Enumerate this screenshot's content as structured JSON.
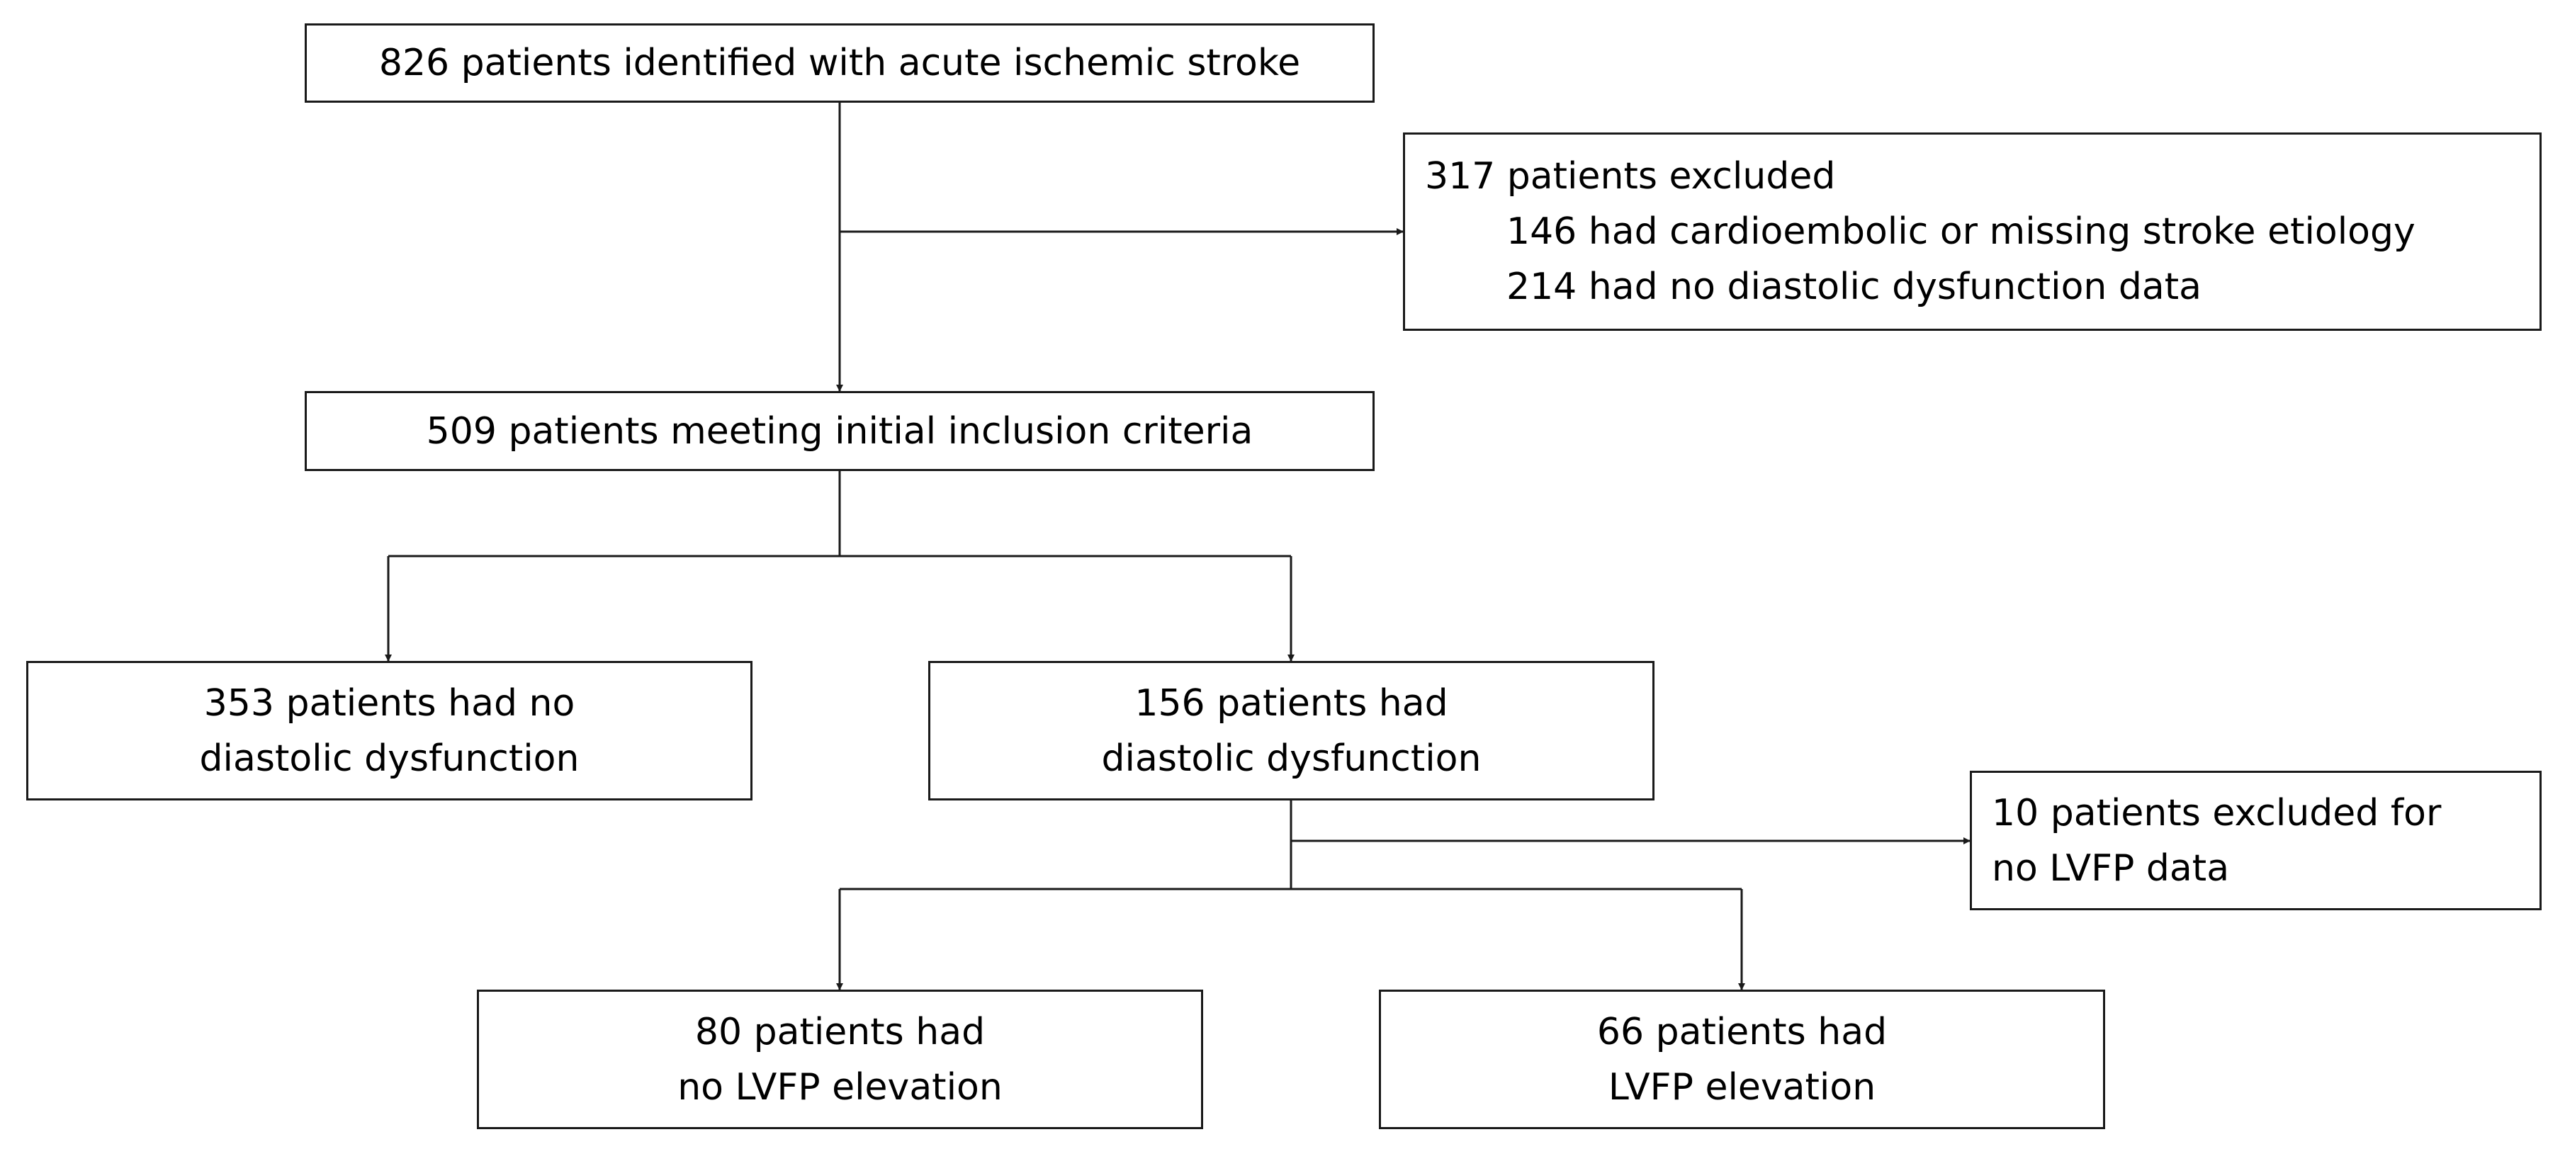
{
  "flowchart": {
    "identified": "826 patients identified with acute ischemic stroke",
    "excluded": {
      "title": "317 patients excluded",
      "items": [
        "146 had cardioembolic or missing stroke etiology",
        "214 had no diastolic dysfunction data"
      ]
    },
    "included": "509 patients meeting initial inclusion criteria",
    "no_dd": [
      "353 patients had no",
      "diastolic dysfunction"
    ],
    "dd": [
      "156 patients had",
      "diastolic dysfunction"
    ],
    "excluded_lvfp": [
      "10 patients excluded for",
      "no LVFP data"
    ],
    "no_elevation": [
      "80 patients had",
      "no LVFP elevation"
    ],
    "elevation": [
      "66 patients had",
      "LVFP elevation"
    ]
  }
}
